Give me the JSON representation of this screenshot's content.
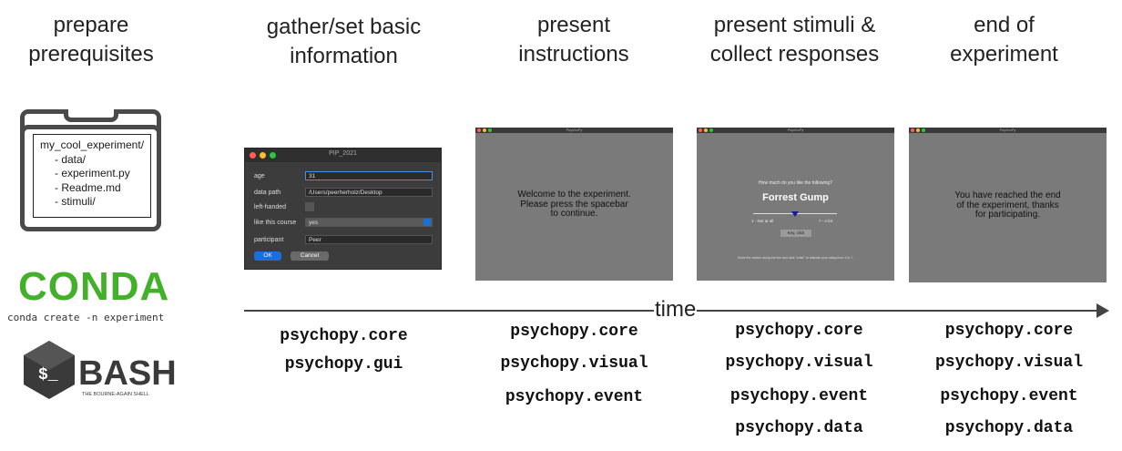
{
  "stages": [
    {
      "title_l1": "prepare",
      "title_l2": "prerequisites"
    },
    {
      "title_l1": "gather/set basic",
      "title_l2": "information",
      "modules": [
        "psychopy.core",
        "psychopy.gui"
      ]
    },
    {
      "title_l1": "present",
      "title_l2": "instructions",
      "modules": [
        "psychopy.core",
        "psychopy.visual",
        "psychopy.event"
      ]
    },
    {
      "title_l1": "present stimuli &",
      "title_l2": "collect responses",
      "modules": [
        "psychopy.core",
        "psychopy.visual",
        "psychopy.event",
        "psychopy.data"
      ]
    },
    {
      "title_l1": "end of",
      "title_l2": "experiment",
      "modules": [
        "psychopy.core",
        "psychopy.visual",
        "psychopy.event",
        "psychopy.data"
      ]
    }
  ],
  "folder": {
    "lines": [
      "my_cool_experiment/",
      "- data/",
      "- experiment.py",
      "- Readme.md",
      "- stimuli/"
    ]
  },
  "conda": {
    "logo": "CONDA",
    "command": "conda create -n experiment"
  },
  "bash": {
    "logo": "BASH",
    "tagline": "THE BOURNE-AGAIN SHELL",
    "prompt": "$_"
  },
  "dialog": {
    "title": "PIP_2021",
    "fields": [
      {
        "label": "age",
        "value": "31"
      },
      {
        "label": "data path",
        "value": "/Users/peerherholz/Desktop"
      },
      {
        "label": "left-handed",
        "value": ""
      },
      {
        "label": "like this course",
        "value": "yes"
      },
      {
        "label": "participant",
        "value": "Peer"
      }
    ],
    "ok": "OK",
    "cancel": "Cancel"
  },
  "windows": {
    "title": "PsychoPy",
    "instructions": [
      "Welcome to the experiment.",
      "Please press the spacebar",
      "to continue."
    ],
    "rating": {
      "question": "How much do you like the following?",
      "stimulus": "Forrest Gump",
      "low": "1 - Not at all",
      "high": "7 - A lot",
      "button": "Key, click",
      "footer": "Move the marker along the line and click \"enter\" to indicate your rating from 1 to 7."
    },
    "end": [
      "You have reached the end",
      "of the experiment, thanks",
      "for participating."
    ]
  },
  "timeline": {
    "label": "time"
  },
  "colors": {
    "conda_green": "#43b02a",
    "mac_red": "#ff5f57",
    "mac_yellow": "#febc2e",
    "mac_green": "#28c840",
    "ok_blue": "#1a6fd8"
  }
}
